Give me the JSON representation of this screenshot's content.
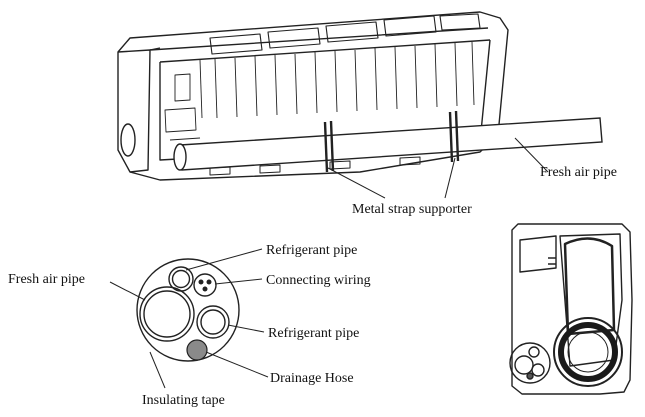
{
  "labels": {
    "fresh_air_pipe_top": "Fresh air pipe",
    "metal_strap_supporter": "Metal strap supporter",
    "refrigerant_pipe_1": "Refrigerant pipe",
    "connecting_wiring": "Connecting wiring",
    "fresh_air_pipe_left": "Fresh air pipe",
    "refrigerant_pipe_2": "Refrigerant pipe",
    "drainage_hose": "Drainage Hose",
    "insulating_tape": "Insulating tape"
  },
  "colors": {
    "line": "#222222",
    "drainage_fill": "#8a8a8a"
  }
}
